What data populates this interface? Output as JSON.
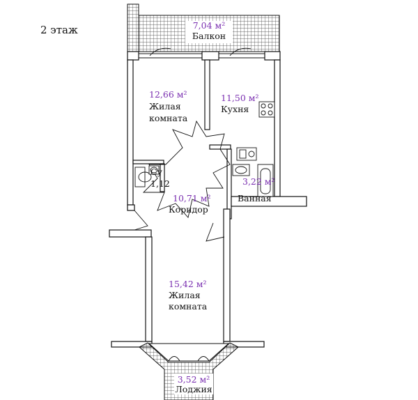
{
  "floor_label": "2 этаж",
  "rooms": {
    "balcony": {
      "area": "7,04 м²",
      "name": "Балкон"
    },
    "bedroom1": {
      "area": "12,66 м²",
      "name_line1": "Жилая",
      "name_line2": "комната"
    },
    "kitchen": {
      "area": "11,50 м²",
      "name": "Кухня"
    },
    "wc": {
      "name": "Су",
      "area": "1,12"
    },
    "bathroom": {
      "area": "3,22 м²",
      "name": "Ванная"
    },
    "corridor": {
      "area": "10,71 м²",
      "name": "Коридор"
    },
    "bedroom2": {
      "area": "15,42 м²",
      "name_line1": "Жилая",
      "name_line2": "комната"
    },
    "loggia": {
      "area": "3,52 м²",
      "name": "Лоджия"
    }
  },
  "colors": {
    "area_text": "#7a2fb0",
    "walls": "#111111",
    "hatch": "#333333"
  }
}
